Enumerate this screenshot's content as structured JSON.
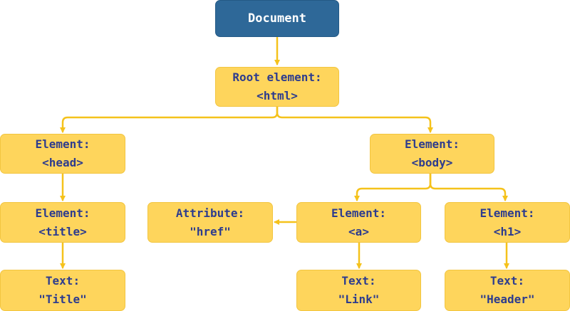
{
  "colors": {
    "node_fill": "#fed55c",
    "node_text": "#2d3c8e",
    "document_fill": "#2e6898",
    "document_text": "#ffffff",
    "connector": "#f5c21b"
  },
  "nodes": {
    "document": {
      "line1": "Document"
    },
    "root": {
      "line1": "Root element:",
      "line2": "<html>"
    },
    "head": {
      "line1": "Element:",
      "line2": "<head>"
    },
    "body": {
      "line1": "Element:",
      "line2": "<body>"
    },
    "title": {
      "line1": "Element:",
      "line2": "<title>"
    },
    "attribute": {
      "line1": "Attribute:",
      "line2": "\"href\""
    },
    "a": {
      "line1": "Element:",
      "line2": "<a>"
    },
    "h1": {
      "line1": "Element:",
      "line2": "<h1>"
    },
    "text_title": {
      "line1": "Text:",
      "line2": "\"Title\""
    },
    "text_link": {
      "line1": "Text:",
      "line2": "\"Link\""
    },
    "text_header": {
      "line1": "Text:",
      "line2": "\"Header\""
    }
  }
}
